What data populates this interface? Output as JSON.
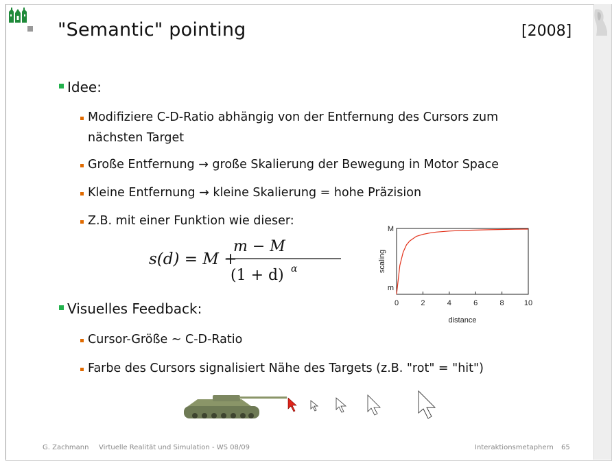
{
  "slide": {
    "title": "\"Semantic\" pointing",
    "year": "[2008]",
    "bullets": {
      "idea": "Idee:",
      "idea_1_line1": "Modifiziere C-D-Ratio abhängig von der Entfernung des Cursors zum",
      "idea_1_line2": "nächsten Target",
      "idea_2": "Große Entfernung → große Skalierung der Bewegung in Motor Space",
      "idea_3": "Kleine Entfernung → kleine Skalierung = hohe Präzision",
      "idea_4": "Z.B. mit einer Funktion wie dieser:",
      "feedback": "Visuelles Feedback:",
      "feedback_1": "Cursor-Größe  ~  C-D-Ratio",
      "feedback_2": "Farbe des Cursors signalisiert Nähe des Targets (z.B. \"rot\" = \"hit\")"
    },
    "formula": {
      "lhs": "s(d) = M +",
      "numerator": "m − M",
      "denominator": "(1 + d)",
      "exponent": "α"
    }
  },
  "footer": {
    "author": "G. Zachmann",
    "course": "Virtuelle Realität und Simulation  - WS 08/09",
    "section": "Interaktionsmetaphern",
    "page": "65"
  },
  "chart_data": {
    "type": "line",
    "x": [
      0,
      0.25,
      0.5,
      0.75,
      1,
      1.5,
      2,
      2.5,
      3,
      4,
      5,
      6,
      7,
      8,
      9,
      10
    ],
    "y_fraction_of_range": [
      0,
      0.44,
      0.64,
      0.75,
      0.81,
      0.88,
      0.91,
      0.93,
      0.945,
      0.96,
      0.97,
      0.975,
      0.98,
      0.984,
      0.987,
      0.99
    ],
    "xlabel": "distance",
    "ylabel": "scaling",
    "xticks": [
      "0",
      "2",
      "4",
      "6",
      "8",
      "10"
    ],
    "yticks": [
      "m",
      "M"
    ],
    "xlim": [
      0,
      10
    ],
    "line_color": "#e2321b"
  },
  "colors": {
    "bullet_level1": "#22b14c",
    "bullet_level2": "#e06a00",
    "hit_cursor": "#e0251b"
  }
}
